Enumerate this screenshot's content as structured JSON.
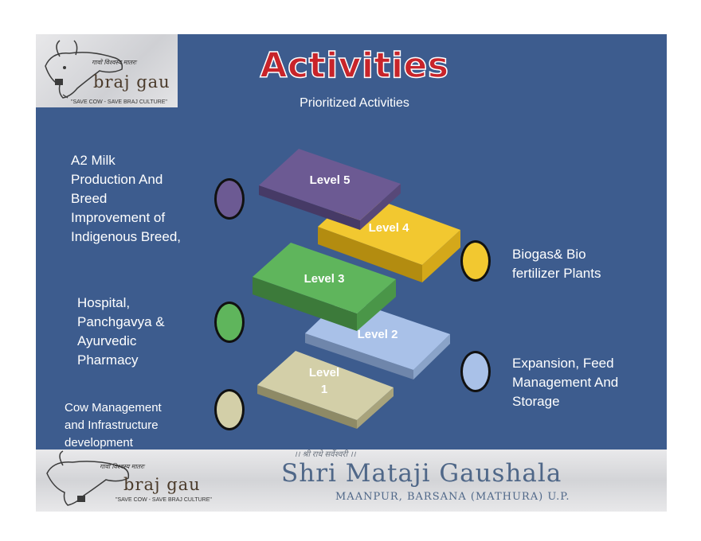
{
  "title": "Activities",
  "subtitle": "Prioritized Activities",
  "logo": {
    "brand": "braj gau",
    "tagline": "\"SAVE COW - SAVE BRAJ CULTURE\"",
    "hindi": "गावो विश्वस्य मातरः"
  },
  "levels": [
    {
      "label": "Level 1",
      "color": "#d3cfa8"
    },
    {
      "label": "Level 2",
      "color": "#a9c1e8"
    },
    {
      "label": "Level 3",
      "color": "#5fb55c"
    },
    {
      "label": "Level 4",
      "color": "#f2c830"
    },
    {
      "label": "Level 5",
      "color": "#6c5a93"
    }
  ],
  "activities": [
    {
      "text": "A2 Milk\nProduction And\nBreed\nImprovement of\nIndigenous Breed,",
      "level": "Level 5",
      "bullet_color": "#6c5a93"
    },
    {
      "text": "Biogas& Bio\nfertilizer Plants",
      "level": "Level 4",
      "bullet_color": "#f2c830"
    },
    {
      "text": "Hospital,\nPanchgavya &\nAyurvedic\nPharmacy",
      "level": "Level 3",
      "bullet_color": "#5fb55c"
    },
    {
      "text": "Expansion, Feed\nManagement And\nStorage",
      "level": "Level 2",
      "bullet_color": "#a9c1e8"
    },
    {
      "text": "Cow Management\nand Infrastructure\ndevelopment",
      "level": "Level 1",
      "bullet_color": "#d3cfa8"
    }
  ],
  "footer": {
    "hindi": "।। श्री राधे सर्वेश्वरी ।।",
    "name": "Shri Mataji Gaushala",
    "address": "MAANPUR, BARSANA (MATHURA) U.P."
  }
}
